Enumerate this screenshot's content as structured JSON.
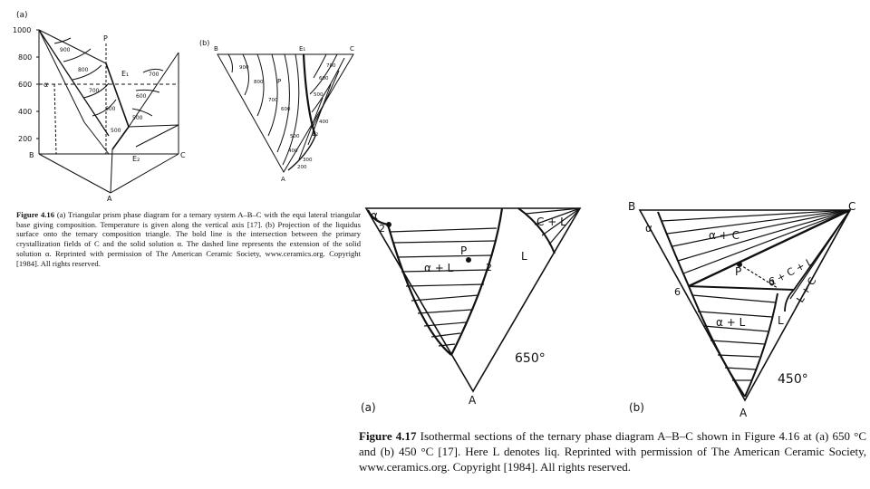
{
  "fig416": {
    "panel_a": {
      "label": "(a)",
      "axis_ticks": [
        "1000",
        "800",
        "600",
        "400",
        "200"
      ],
      "vertex_B": "B",
      "vertex_C": "C",
      "vertex_A": "A",
      "point_P": "P",
      "alpha": "α",
      "E1": "E₁",
      "E2": "E₂",
      "isotherms_left": [
        "900",
        "800",
        "700",
        "600",
        "500"
      ],
      "isotherms_right": [
        "700",
        "600",
        "500"
      ]
    },
    "panel_b": {
      "label": "(b)",
      "vertex_B": "B",
      "vertex_E1": "E₁",
      "vertex_C": "C",
      "vertex_A": "A",
      "E2": "E₂",
      "point_P": "P",
      "isotherms_left": [
        "900",
        "800",
        "700",
        "600",
        "500",
        "400"
      ],
      "isotherms_right": [
        "700",
        "600",
        "500",
        "400",
        "300",
        "200"
      ]
    },
    "caption_title": "Figure 4.16",
    "caption_text": "(a) Triangular prism phase diagram for a ternary system A–B–C with the equi lateral triangular base giving composition. Temperature is given along the vertical axis [17]. (b) Projection of the liquidus surface onto the ternary composition triangle. The bold line is the intersection between the primary crystallization fields of C and the solid solution α. The dashed line represents the extension of the solid solution α. Reprinted with permission of The American Ceramic Society, www.ceramics.org. Copyright [1984]. All rights reserved."
  },
  "fig417": {
    "panel_a": {
      "label": "(a)",
      "temperature": "650°",
      "alpha": "α",
      "two_top": "2",
      "alpha_L": "α + L",
      "P": "P",
      "two_right": "2",
      "C_L": "C + L",
      "L": "L",
      "A": "A"
    },
    "panel_b": {
      "label": "(b)",
      "temperature": "450°",
      "B": "B",
      "C": "C",
      "A": "A",
      "alpha": "α",
      "alpha_C": "α + C",
      "alpha_C_L": "α + C + L",
      "P": "P",
      "six_left": "6",
      "six_right": "6",
      "L_C": "L + C",
      "alpha_L": "α + L",
      "L": "L"
    },
    "caption_title": "Figure 4.17",
    "caption_text": "Isothermal sections of the ternary phase diagram A–B–C shown in Figure 4.16 at (a) 650 °C and (b) 450 °C [17]. Here L denotes liq. Reprinted with permission of The American Ceramic Society, www.ceramics.org. Copyright [1984]. All rights reserved."
  }
}
